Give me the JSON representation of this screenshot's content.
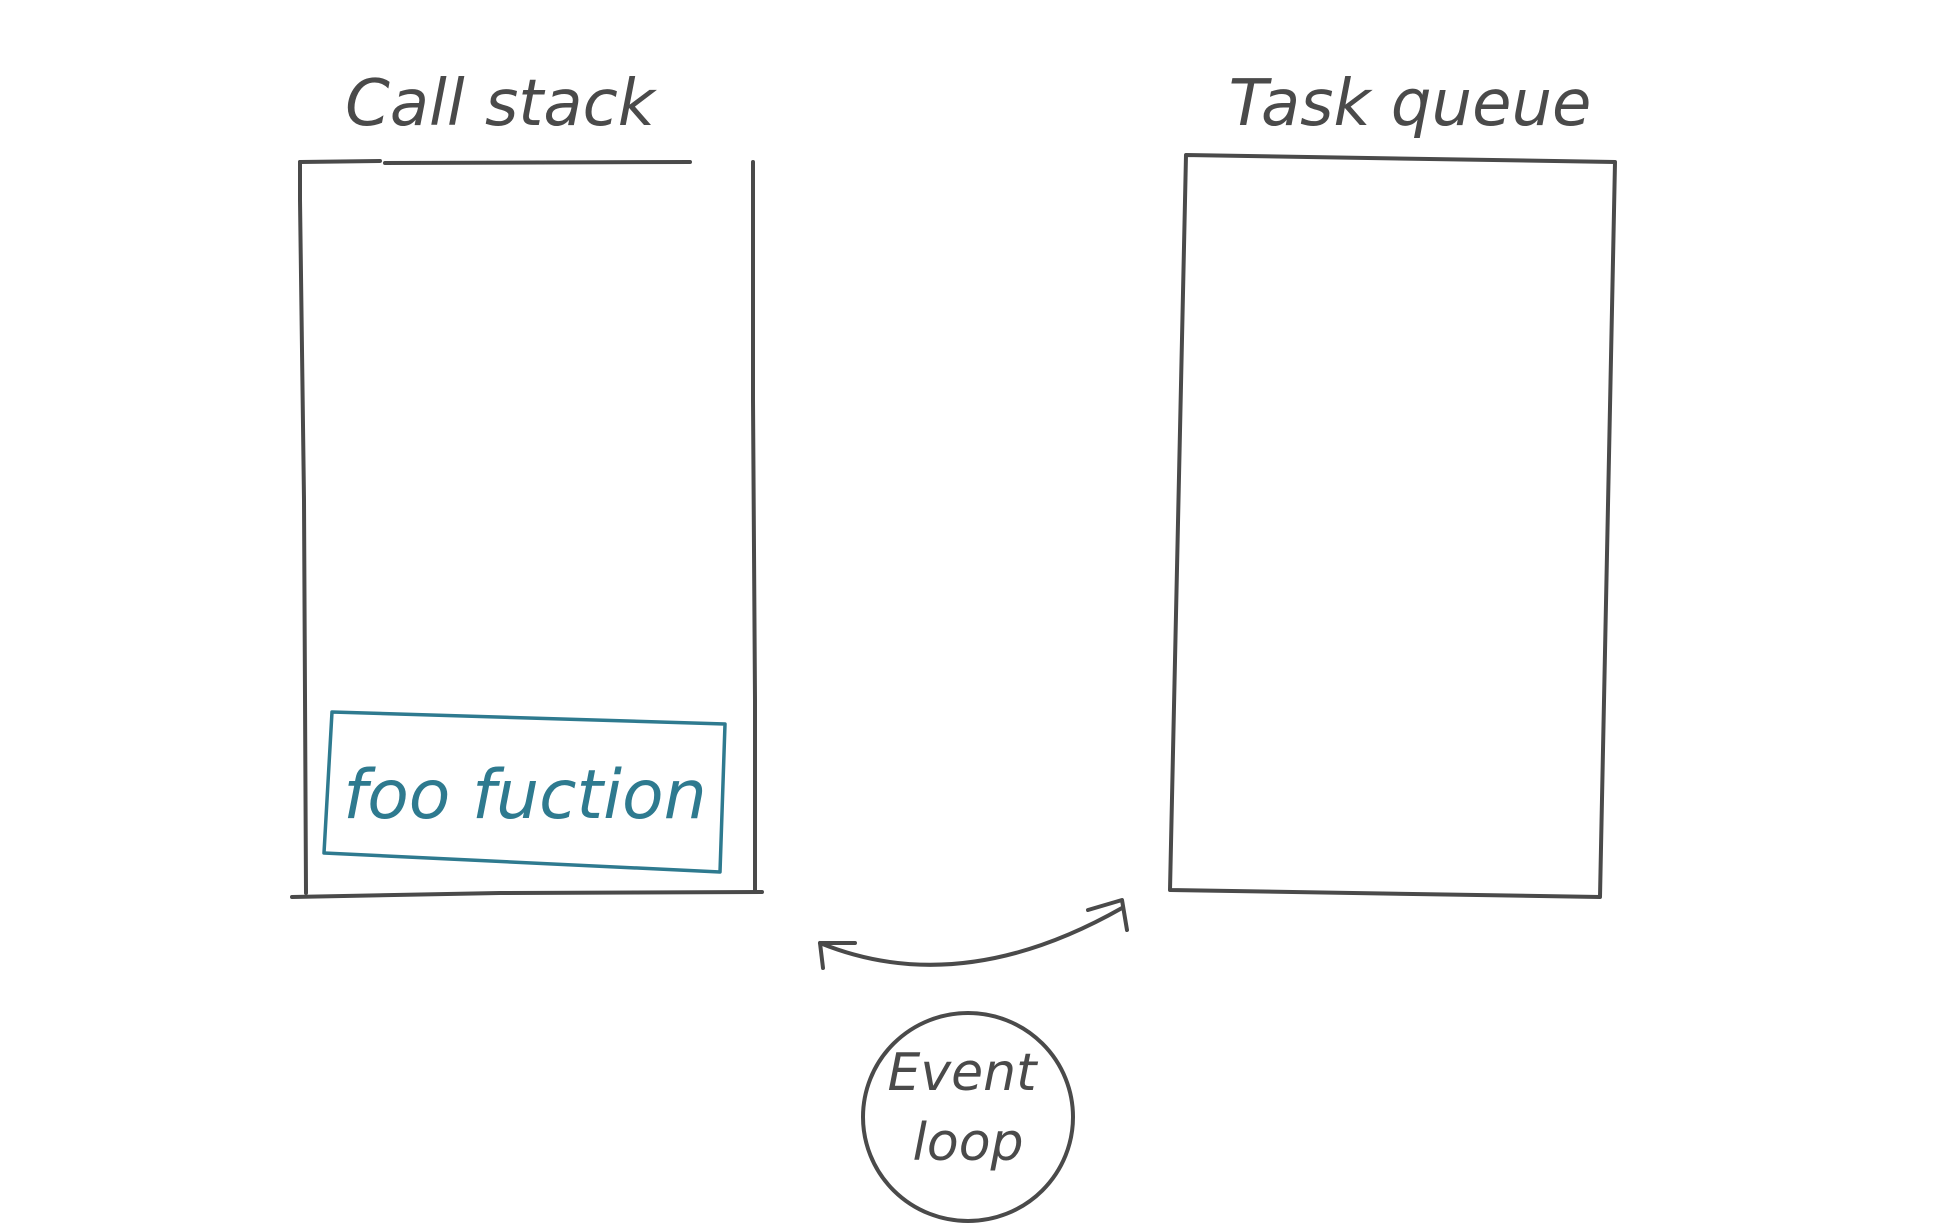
{
  "call_stack": {
    "title": "Call stack",
    "frames": [
      {
        "label": "foo fuction"
      }
    ]
  },
  "task_queue": {
    "title": "Task queue"
  },
  "event_loop": {
    "line1": "Event",
    "line2": "loop"
  },
  "colors": {
    "ink": "#4a4a4a",
    "frame_accent": "#2e7a8f",
    "background": "#ffffff"
  }
}
